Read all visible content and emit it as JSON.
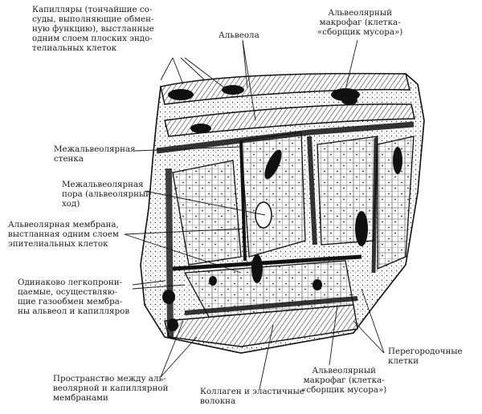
{
  "diagram": {
    "labels": {
      "capillaries": "Капилляры (тончайшие со-\nсуды, выполняющие обмен-\nную функцию), выстланные\nодним слоем плоских эндо-\nтелиальных клеток",
      "macrophage_top": "Альвеолярный\nмакрофаг (клетка-\n«сборщик мусора»)",
      "alveolus": "Альвеола",
      "interalveolar_wall": "Межальвеолярная\nстенка",
      "interalveolar_pore": "Межальвеолярная\nпора (альвеолярный\nход)",
      "alveolar_membrane": "Альвеолярная мембрана,\nвыстланная одним слоем\nэпителиальных клеток",
      "permeable_membranes": "Одинаково легкопрони-\nцаемые, осуществляю-\nщие газообмен мембра-\nны альвеол и капилляров",
      "septal_cells": "Перегородочные\nклетки",
      "space_between": "Пространство между аль-\nвеолярной и капиллярной\nмембранами",
      "collagen": "Коллаген и эластичные\nволокна",
      "macrophage_bottom": "Альвеолярный\nмакрофаг (клетка-\n«сборщик мусора»)"
    },
    "colors": {
      "ink": "#1a1a1a",
      "background": "#ffffff",
      "tissue": "#f2f2f2"
    }
  }
}
